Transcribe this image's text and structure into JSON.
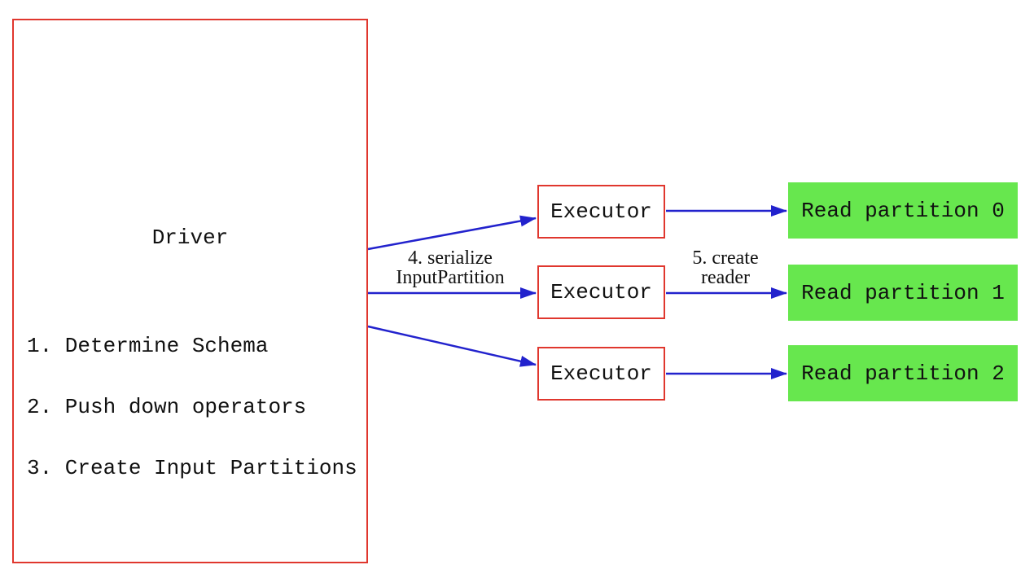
{
  "driver": {
    "label": "Driver",
    "steps": [
      "1. Determine Schema",
      "2. Push down operators",
      "3. Create Input Partitions"
    ]
  },
  "executors": [
    {
      "label": "Executor"
    },
    {
      "label": "Executor"
    },
    {
      "label": "Executor"
    }
  ],
  "partitions": [
    {
      "label": "Read partition 0"
    },
    {
      "label": "Read partition 1"
    },
    {
      "label": "Read partition 2"
    }
  ],
  "edge_labels": {
    "serialize_line1": "4. serialize",
    "serialize_line2": "InputPartition",
    "reader_line1": "5. create",
    "reader_line2": "reader"
  },
  "colors": {
    "node_border": "#e0372e",
    "arrow": "#2222cd",
    "partition_fill": "#67e74e",
    "text": "#111111",
    "background": "#ffffff"
  }
}
